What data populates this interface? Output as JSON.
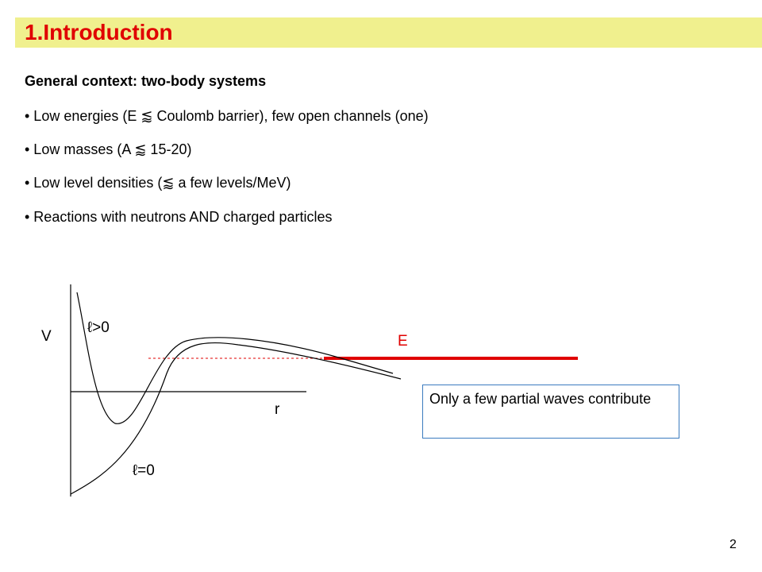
{
  "slide": {
    "title": "1.Introduction",
    "subtitle": "General context: two-body systems",
    "bullets": [
      "• Low energies (E ⪅ Coulomb barrier),  few open channels (one)",
      "• Low masses (A ⪅ 15-20)",
      "• Low level densities (⪅ a few levels/MeV)",
      "• Reactions with neutrons AND charged particles"
    ],
    "page_number": "2"
  },
  "diagram": {
    "v_axis_label": "V",
    "r_axis_label": "r",
    "curve_l_positive_label": "ℓ>0",
    "curve_l_zero_label": "ℓ=0",
    "energy_label": "E",
    "note": "Only a few partial waves contribute"
  },
  "colors": {
    "title_bar": "#f0f08e",
    "title_text": "#e00000",
    "energy_line": "#e00000",
    "note_border": "#3b7bbf"
  }
}
